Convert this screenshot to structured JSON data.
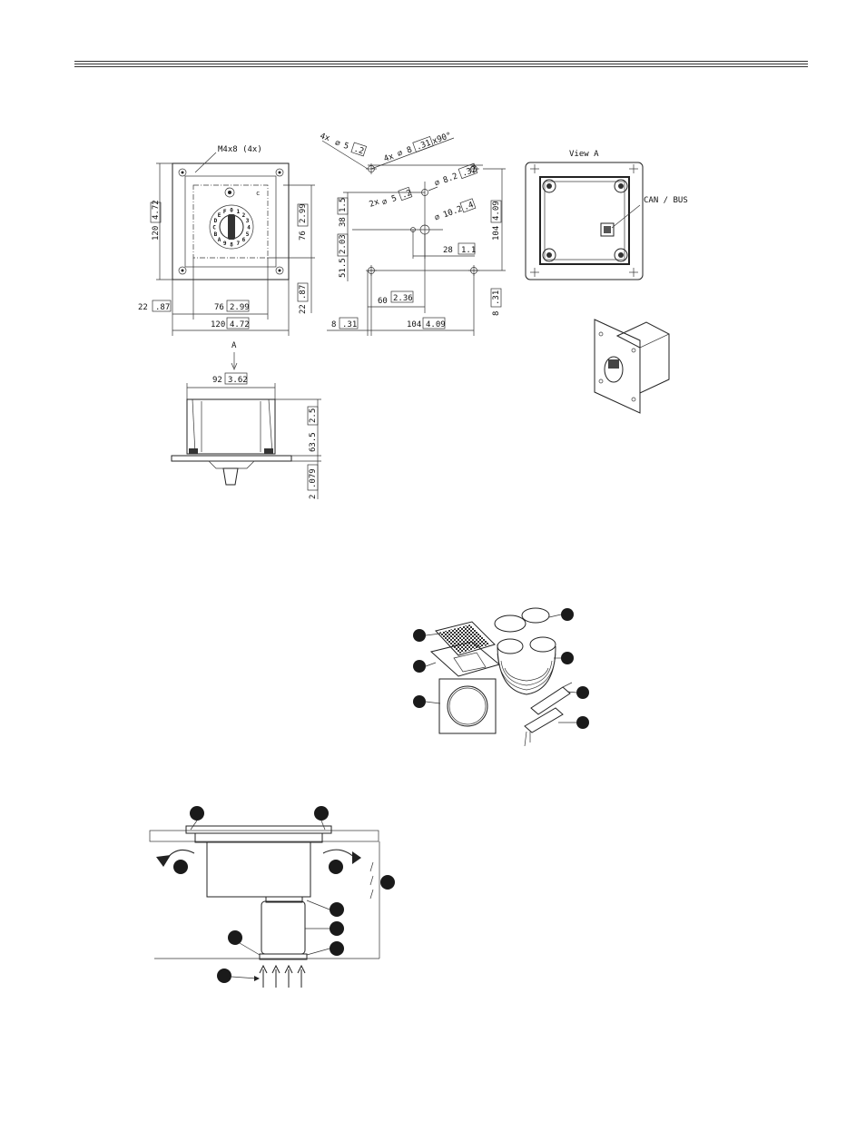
{
  "drawing": {
    "front_view": {
      "note_thread": "M4x8 (4x)",
      "width": "120",
      "width_in": "4.72",
      "height": "120",
      "height_in": "4.72",
      "hole_spacing": "76",
      "hole_spacing_in": "2.99",
      "hole_spacing_v": "76",
      "hole_spacing_v_in": "2.99",
      "offset": "22",
      "offset_in": ".87",
      "offset_v": "22",
      "offset_v_in": ".87",
      "selector_digits": [
        "0",
        "1",
        "2",
        "3",
        "4",
        "5",
        "6",
        "7",
        "8",
        "9",
        "A",
        "B",
        "C",
        "D",
        "E",
        "F"
      ]
    },
    "cutout_view": {
      "holes4": "4x",
      "holes4_dia": "5",
      "holes4_dia_in": ".2",
      "csk_count": "4x",
      "csk_dia": "8",
      "csk_dia_in": ".31",
      "csk_angle": "x90°",
      "d82": "8.2",
      "d82_in": ".32",
      "holes2": "2x",
      "holes2_dia": "5",
      "holes2_dia_in": ".2",
      "d102": "10.2",
      "d102_in": ".4",
      "dim38": "38",
      "dim38_in": "1.5",
      "dim515": "51.5",
      "dim515_in": "2.03",
      "dim104v": "104",
      "dim104v_in": "4.09",
      "dim28": "28",
      "dim28_in": "1.1",
      "dim60": "60",
      "dim60_in": "2.36",
      "dim8": "8",
      "dim8_in": ".31",
      "dim104": "104",
      "dim104_in": "4.09",
      "dim8v": "8",
      "dim8v_in": ".31"
    },
    "view_a": {
      "title": "View A",
      "connector_label": "CAN / BUS"
    },
    "side_view": {
      "arrow_label": "A",
      "width": "92",
      "width_in": "3.62",
      "height": "63.5",
      "height_in": "2.5",
      "thickness": "2",
      "thickness_in": ".079"
    }
  }
}
